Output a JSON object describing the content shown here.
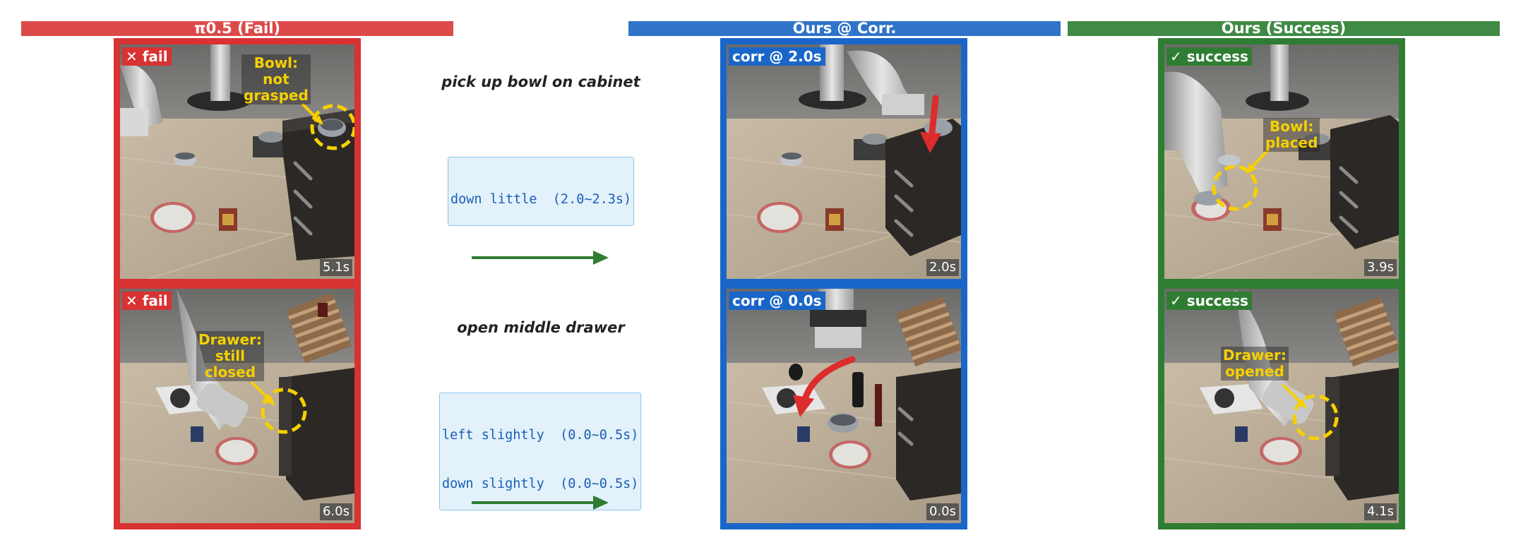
{
  "headers": {
    "baseline": "π0.5 (Fail)",
    "correction": "Ours @ Corr.",
    "success": "Ours (Success)"
  },
  "colors": {
    "fail": "#dc3a3a",
    "correction": "#1a66c8",
    "success": "#2f7d32",
    "annotation": "#f7d000",
    "flow_arrow": "#2e7d32"
  },
  "rows": [
    {
      "instruction": "pick up bowl on cabinet",
      "corrections": [
        "down little  (2.0~2.3s)"
      ],
      "fail": {
        "badge": "✕ fail",
        "time": "5.1s",
        "note_lines": [
          "Bowl:",
          "not",
          "grasped"
        ]
      },
      "corr": {
        "badge": "corr @ 2.0s",
        "time": "2.0s"
      },
      "success": {
        "badge": "✓ success",
        "time": "3.9s",
        "note_lines": [
          "Bowl:",
          "placed"
        ]
      }
    },
    {
      "instruction": "open middle drawer",
      "corrections": [
        "left slightly  (0.0~0.5s)",
        "down slightly  (0.0~0.5s)"
      ],
      "fail": {
        "badge": "✕ fail",
        "time": "6.0s",
        "note_lines": [
          "Drawer:",
          "still",
          "closed"
        ]
      },
      "corr": {
        "badge": "corr @ 0.0s",
        "time": "0.0s"
      },
      "success": {
        "badge": "✓ success",
        "time": "4.1s",
        "note_lines": [
          "Drawer:",
          "opened"
        ]
      }
    }
  ]
}
